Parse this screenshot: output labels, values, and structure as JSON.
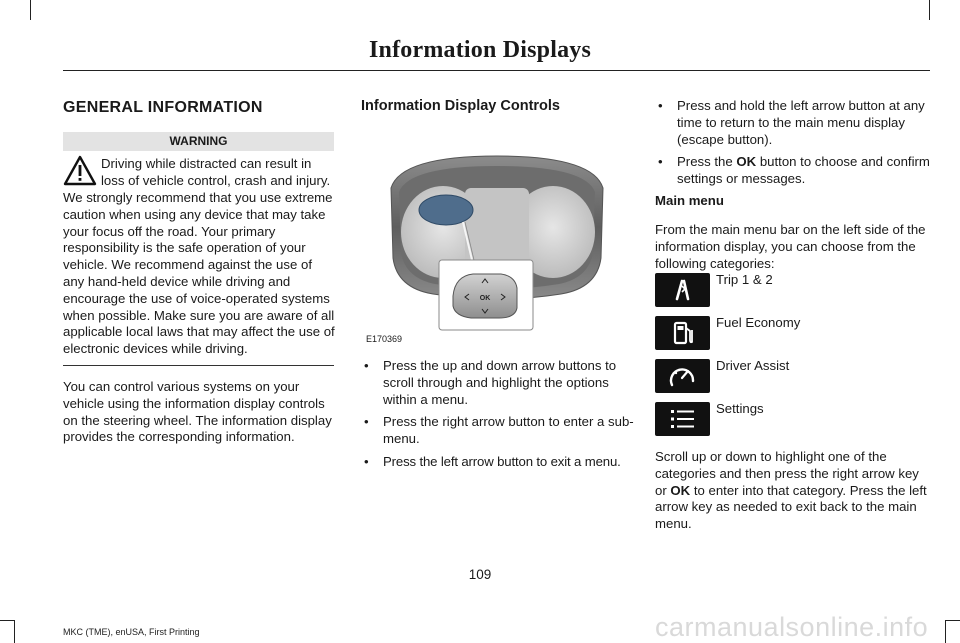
{
  "header": {
    "title": "Information Displays"
  },
  "col1": {
    "heading": "GENERAL INFORMATION",
    "warning_label": "WARNING",
    "warning_line1": "Driving while distracted can result in",
    "warning_line2": "loss of vehicle control, crash and injury.",
    "warning_rest": "We strongly recommend that you use extreme caution when using any device that may take your focus off the road. Your primary responsibility is the safe operation of your vehicle. We recommend against the use of any hand-held device while driving and encourage the use of voice-operated systems when possible. Make sure you are aware of all applicable local laws that may affect the use of electronic devices while driving.",
    "intro": "You can control various systems on your vehicle using the information display controls on the steering wheel. The information display provides the corresponding information."
  },
  "col2": {
    "heading": "Information Display Controls",
    "figure_id": "E170369",
    "ok_label": "OK",
    "bullets": [
      "Press the up and down arrow buttons to scroll through and highlight the options within a menu.",
      "Press the right arrow button to enter a sub-menu.",
      "Press the left arrow button to exit a menu."
    ]
  },
  "col3": {
    "bullet1": "Press and hold the left arrow button at any time to return to the main menu display (escape button).",
    "bullet2_pre": "Press the ",
    "bullet2_bold": "OK",
    "bullet2_post": " button to choose and confirm settings or messages.",
    "main_menu_heading": "Main menu",
    "main_menu_intro": "From the main menu bar on the left side of the information display, you can choose from the following categories:",
    "menu_items": [
      {
        "label": "Trip 1 & 2",
        "icon": "road-icon"
      },
      {
        "label": "Fuel Economy",
        "icon": "fuel-pump-icon"
      },
      {
        "label": "Driver Assist",
        "icon": "gauge-icon"
      },
      {
        "label": "Settings",
        "icon": "list-icon"
      }
    ],
    "final_pre": "Scroll up or down to highlight one of the categories and then press the right arrow key or ",
    "final_bold": "OK",
    "final_post": " to enter into that category. Press the left arrow key as needed to exit back to the main menu."
  },
  "footer": {
    "page_number": "109",
    "printing": "MKC (TME), enUSA, First Printing",
    "watermark": "carmanualsonline.info"
  }
}
